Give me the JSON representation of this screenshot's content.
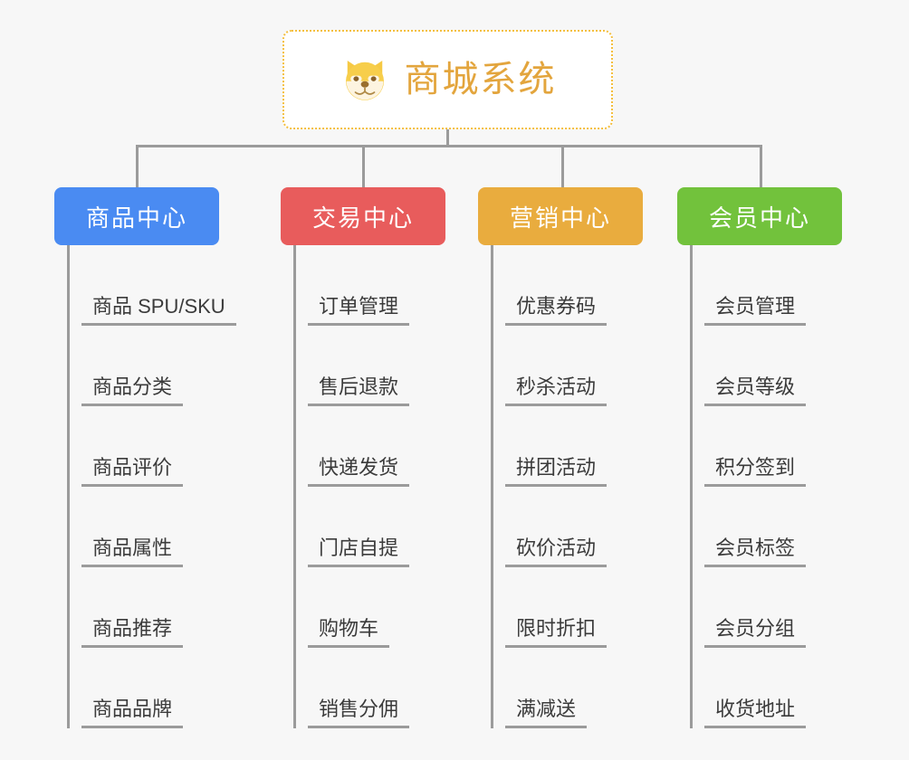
{
  "theme": {
    "canvas_bg": "#f7f7f7",
    "connector_color": "#9b9b9b",
    "root_border_color": "#f4bf3f",
    "root_title_color": "#e3a53d",
    "leaf_text_color": "#3b3b3b"
  },
  "root": {
    "icon": "shiba-dog-face-emoji",
    "title": "商城系统"
  },
  "branches": [
    {
      "label": "商品中心",
      "color": "#4a8bf2",
      "items": [
        "商品 SPU/SKU",
        "商品分类",
        "商品评价",
        "商品属性",
        "商品推荐",
        "商品品牌"
      ]
    },
    {
      "label": "交易中心",
      "color": "#e85c5c",
      "items": [
        "订单管理",
        "售后退款",
        "快递发货",
        "门店自提",
        "购物车",
        "销售分佣"
      ]
    },
    {
      "label": "营销中心",
      "color": "#e9ac3e",
      "items": [
        "优惠券码",
        "秒杀活动",
        "拼团活动",
        "砍价活动",
        "限时折扣",
        "满减送"
      ]
    },
    {
      "label": "会员中心",
      "color": "#72c23c",
      "items": [
        "会员管理",
        "会员等级",
        "积分签到",
        "会员标签",
        "会员分组",
        "收货地址"
      ]
    }
  ]
}
